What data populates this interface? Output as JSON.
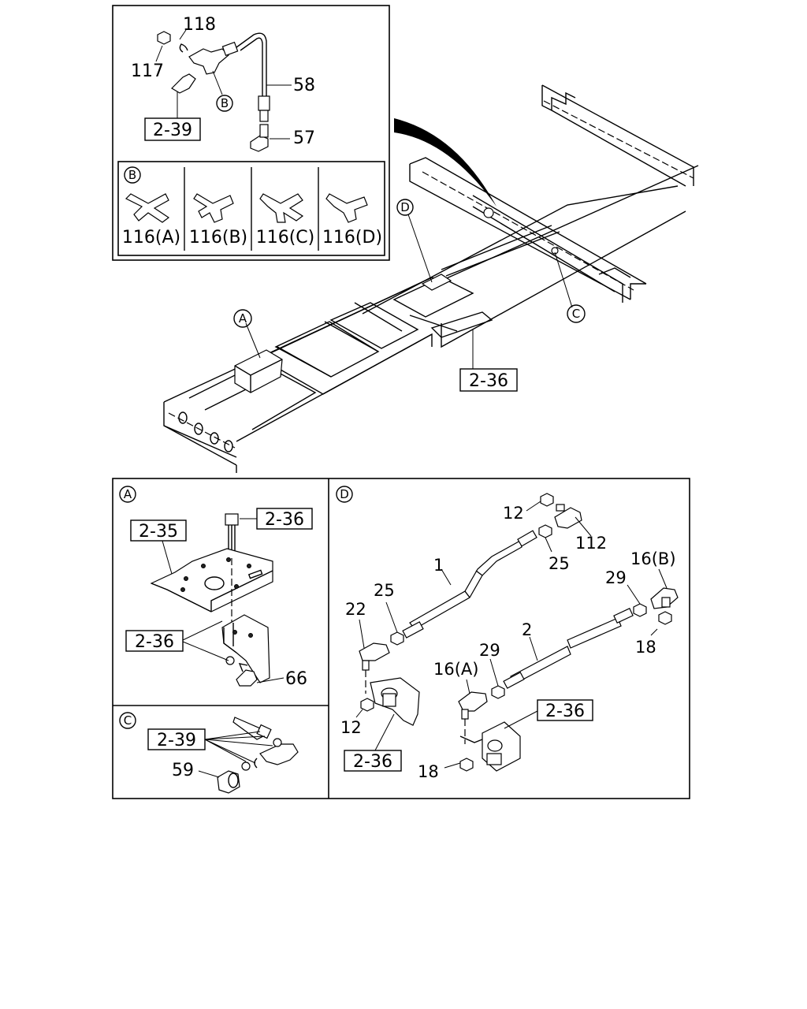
{
  "labels": {
    "inset_top": {
      "n118": "118",
      "n117": "117",
      "n58": "58",
      "n57": "57",
      "ref": "2-39",
      "callout_b": "B"
    },
    "detail_b": {
      "circle": "B",
      "a": "116(A)",
      "b": "116(B)",
      "c": "116(C)",
      "d": "116(D)"
    },
    "main": {
      "circle_a": "A",
      "circle_c": "C",
      "circle_d": "D",
      "ref": "2-36"
    },
    "detail_a": {
      "circle": "A",
      "ref_bolt": "2-36",
      "ref_bracket": "2-35",
      "ref_bolts": "2-36",
      "n66": "66"
    },
    "detail_c": {
      "circle": "C",
      "ref": "2-39",
      "n59": "59"
    },
    "detail_d": {
      "circle": "D",
      "n12_top": "12",
      "n112": "112",
      "n25_right": "25",
      "n1": "1",
      "n16b": "16(B)",
      "n29_right": "29",
      "n25_left": "25",
      "n22": "22",
      "n2": "2",
      "n18_right": "18",
      "n29_left": "29",
      "n16a": "16(A)",
      "ref_right": "2-36",
      "n12_bottom": "12",
      "ref_left": "2-36",
      "n18_bottom": "18"
    }
  }
}
